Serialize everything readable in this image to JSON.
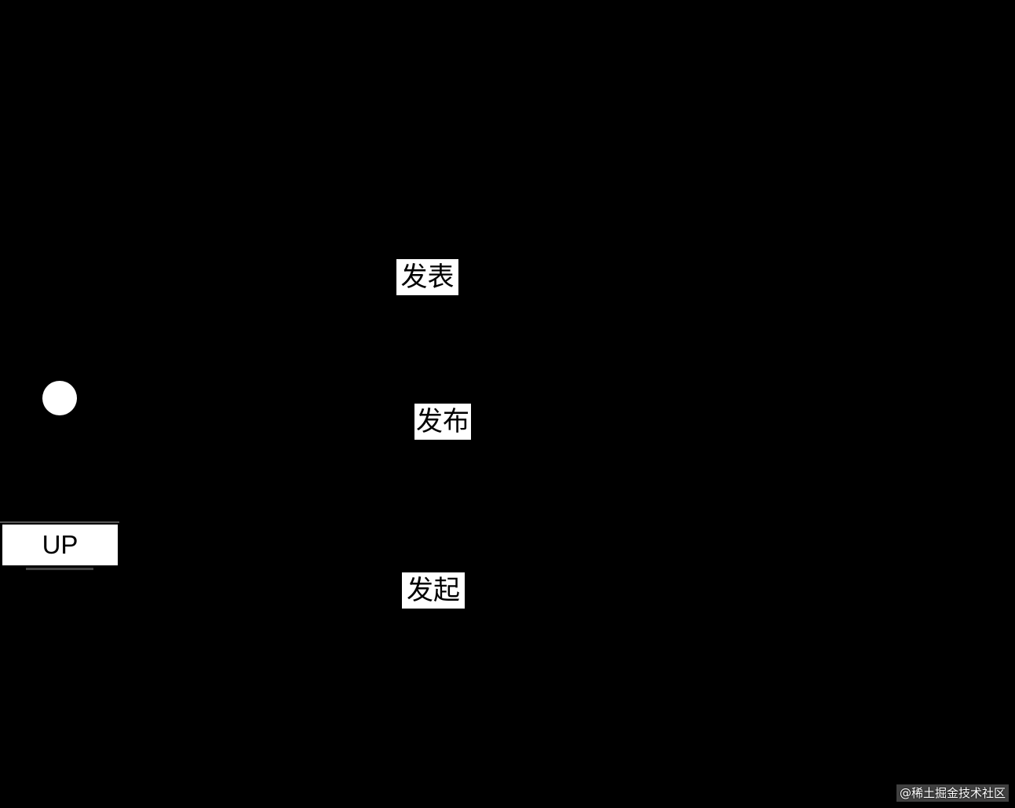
{
  "diagram": {
    "type": "uml-use-case",
    "background": "#000000",
    "actor": {
      "name": "UP",
      "head_color": "#ffffff"
    },
    "use_cases": [
      {
        "label": "发表"
      },
      {
        "label": "发布"
      },
      {
        "label": "发起"
      }
    ]
  },
  "watermark": {
    "text": "@稀土掘金技术社区"
  }
}
